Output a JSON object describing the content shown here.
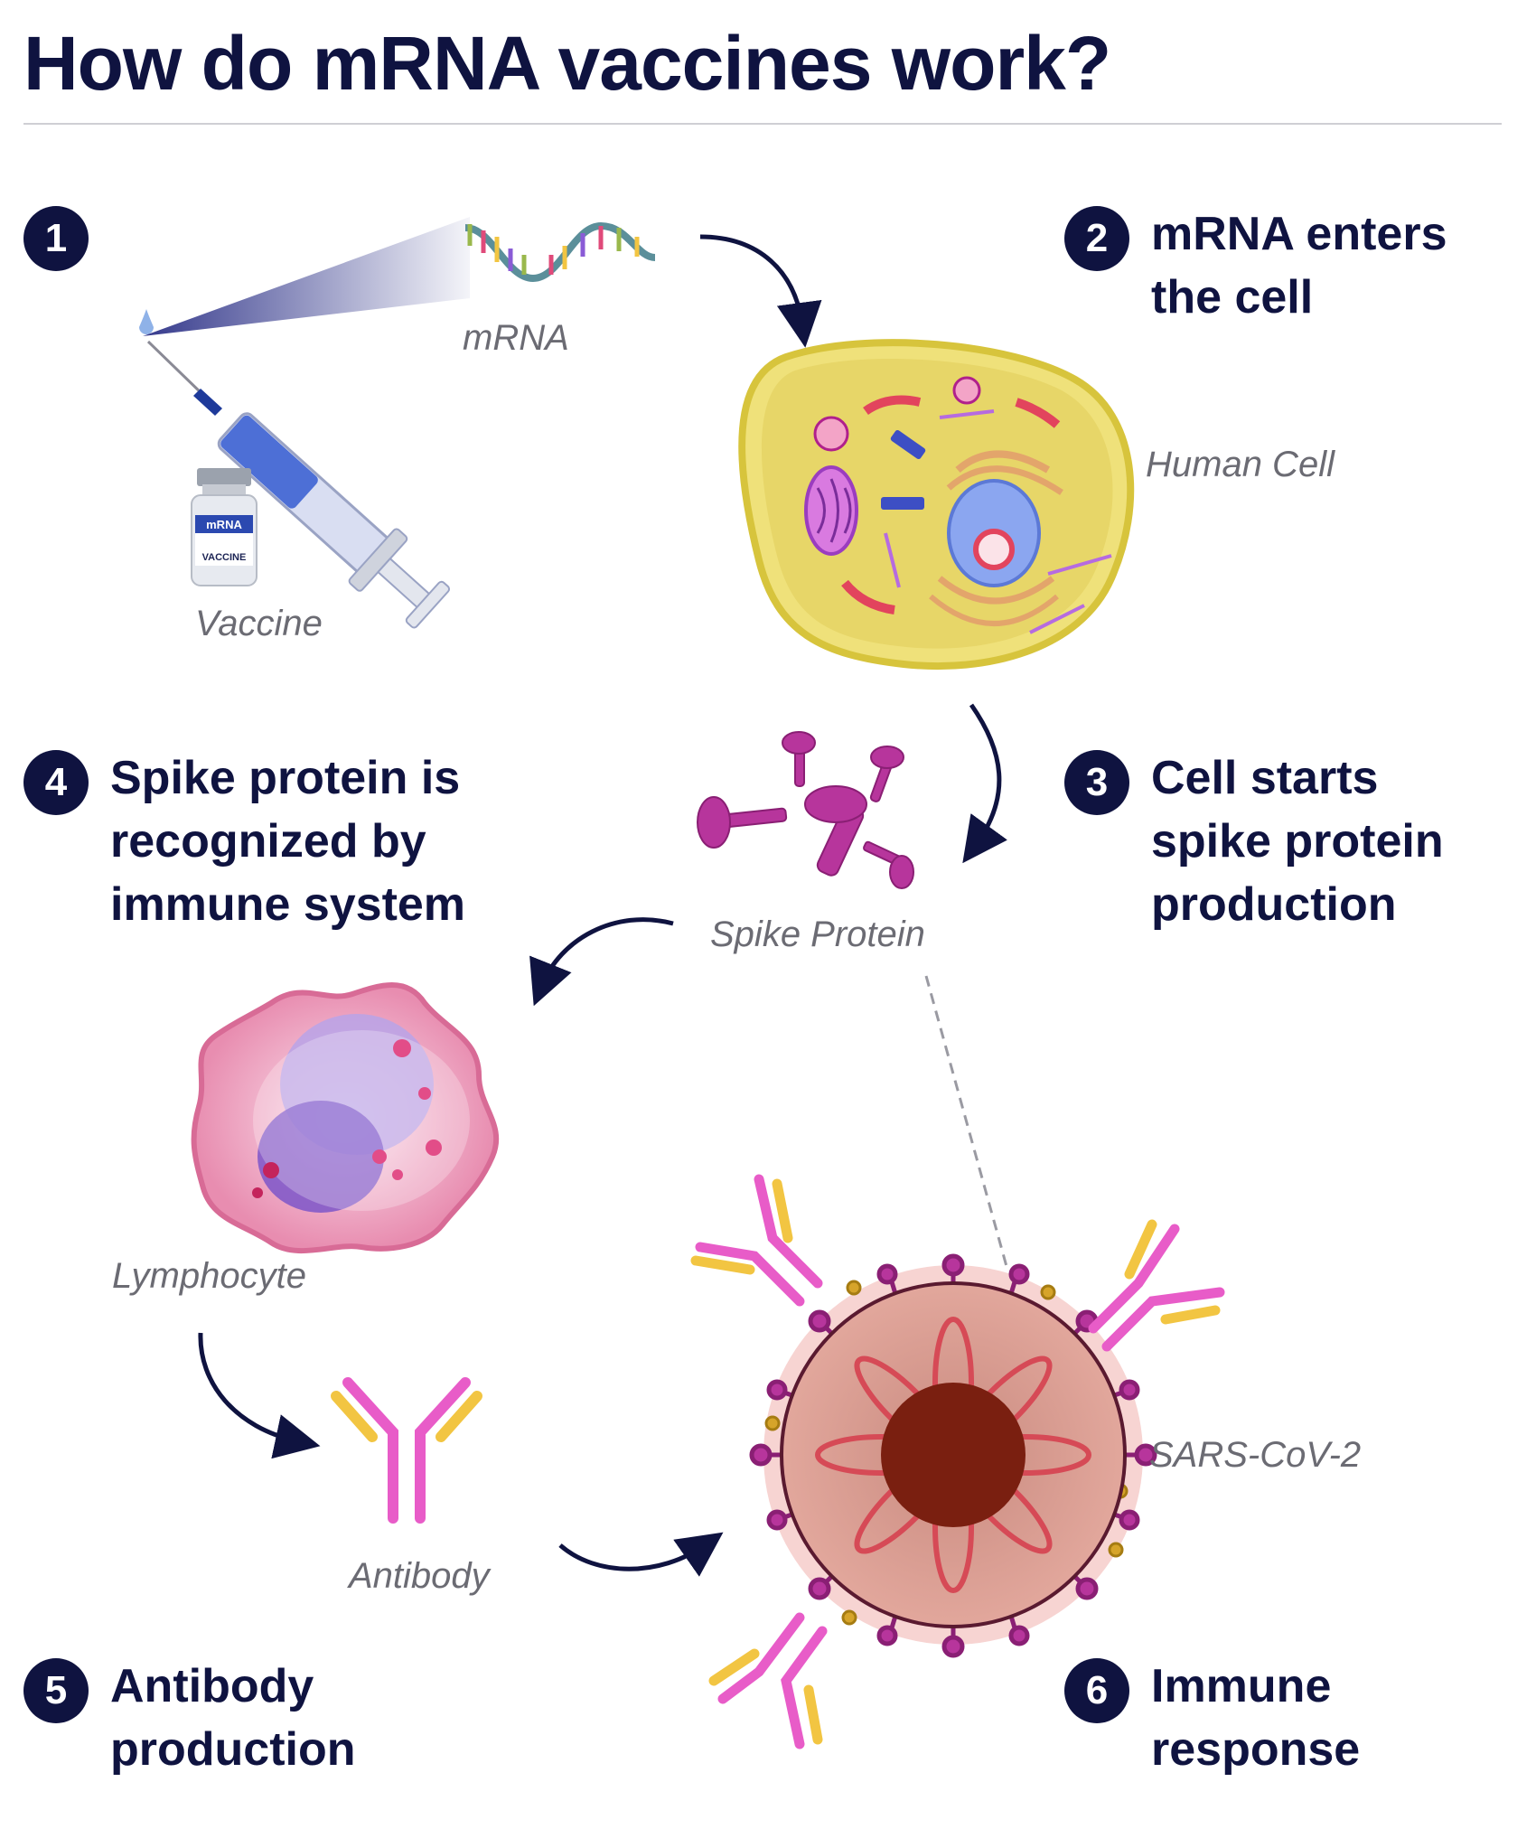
{
  "title": "How do mRNA vaccines work?",
  "steps": [
    {
      "number": "1",
      "text": ""
    },
    {
      "number": "2",
      "text": "mRNA enters\nthe cell"
    },
    {
      "number": "3",
      "text": "Cell starts\nspike protein\nproduction"
    },
    {
      "number": "4",
      "text": "Spike protein is\nrecognized by\nimmune system"
    },
    {
      "number": "5",
      "text": "Antibody\nproduction"
    },
    {
      "number": "6",
      "text": "Immune\nresponse"
    }
  ],
  "labels": {
    "mrna": "mRNA",
    "vaccine": "Vaccine",
    "human_cell": "Human Cell",
    "spike_protein": "Spike Protein",
    "lymphocyte": "Lymphocyte",
    "antibody": "Antibody",
    "sars_cov_2": "SARS-CoV-2"
  },
  "vial": {
    "line1": "mRNA",
    "line2": "VACCINE"
  },
  "colors": {
    "navy": "#0f1340",
    "magenta": "#b0208c",
    "pink": "#e85cc8",
    "yellow": "#f2c542",
    "cell_yellow": "#efe17a",
    "virus_brown": "#7a1f10"
  }
}
